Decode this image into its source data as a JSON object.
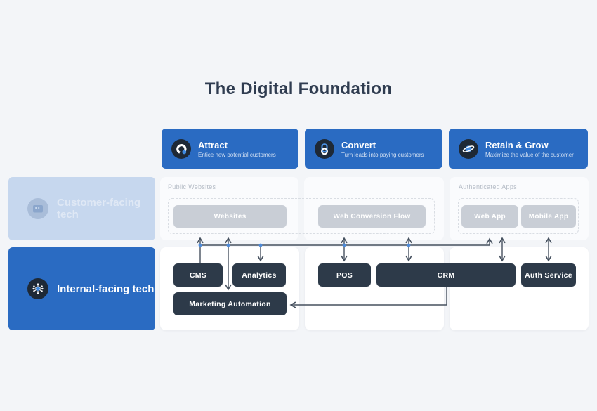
{
  "title": "The Digital Foundation",
  "colors": {
    "background": "#f3f5f8",
    "primary_blue": "#2a6bc2",
    "dark_navy_node": "#2d3a49",
    "icon_circle_dark": "#1e2936",
    "faded_blue_card": "#c6d7ee",
    "gray_node": "#c9ced6",
    "panel_white": "#ffffff",
    "arrow": "#46515f",
    "junction_dot": "#4d8ad8",
    "group_label_gray": "#b5bcc6"
  },
  "header_cards": [
    {
      "label": "Attract",
      "sublabel": "Entice new potential customers",
      "icon": "attract-magnet-icon"
    },
    {
      "label": "Convert",
      "sublabel": "Turn leads into paying customers",
      "icon": "convert-link-icon"
    },
    {
      "label": "Retain & Grow",
      "sublabel": "Maximize the value of the customer",
      "icon": "retain-planet-icon"
    }
  ],
  "row_labels": [
    {
      "label": "Customer-facing tech",
      "state": "faded",
      "icon": "browser-window-icon"
    },
    {
      "label": "Internal-facing tech",
      "state": "active",
      "icon": "hub-spoke-icon"
    }
  ],
  "group_labels": [
    {
      "label": "Public Websites"
    },
    {
      "label": "Authenticated Apps"
    }
  ],
  "nodes": {
    "customer": [
      {
        "label": "Websites"
      },
      {
        "label": "Web Conversion Flow"
      },
      {
        "label": "Web App"
      },
      {
        "label": "Mobile App"
      }
    ],
    "internal": [
      {
        "label": "CMS"
      },
      {
        "label": "Analytics"
      },
      {
        "label": "Marketing Automation"
      },
      {
        "label": "POS"
      },
      {
        "label": "CRM"
      },
      {
        "label": "Auth Service"
      }
    ]
  }
}
